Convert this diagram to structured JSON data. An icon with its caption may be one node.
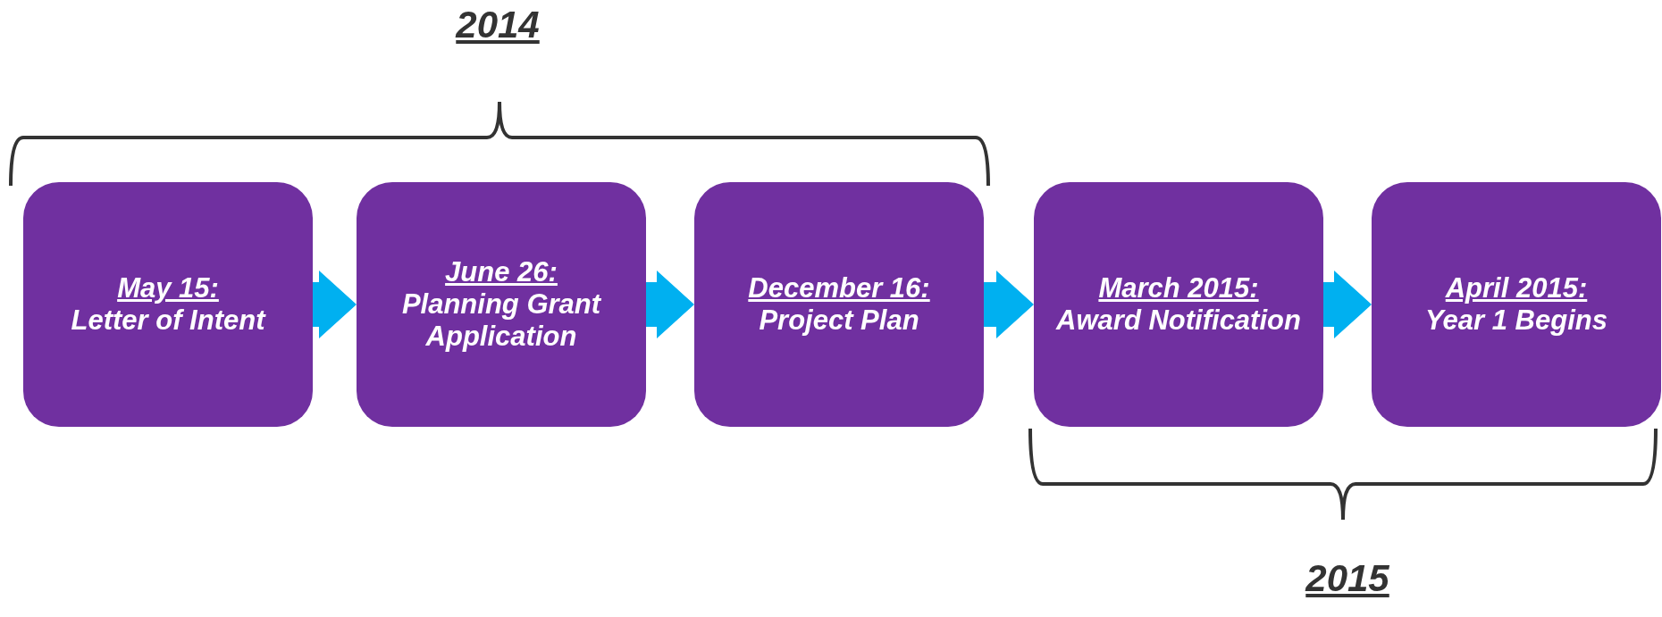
{
  "diagram": {
    "nodes": [
      {
        "text": [
          "May 15:",
          "Letter of Intent"
        ]
      },
      {
        "text": [
          "June 26:",
          "Planning Grant Application"
        ]
      },
      {
        "text": [
          "December 16:",
          "Project Plan"
        ]
      },
      {
        "text": [
          "March 2015:",
          "Award Notification"
        ]
      },
      {
        "text": [
          "April 2015:",
          "Year 1 Begins"
        ]
      }
    ],
    "edges": [
      {
        "from": 0,
        "to": 1,
        "arrow": "to"
      },
      {
        "from": 1,
        "to": 2,
        "arrow": "to"
      },
      {
        "from": 2,
        "to": 3,
        "arrow": "to"
      },
      {
        "from": 3,
        "to": 4,
        "arrow": "to"
      }
    ],
    "labels": [
      "2014",
      "2015"
    ]
  }
}
